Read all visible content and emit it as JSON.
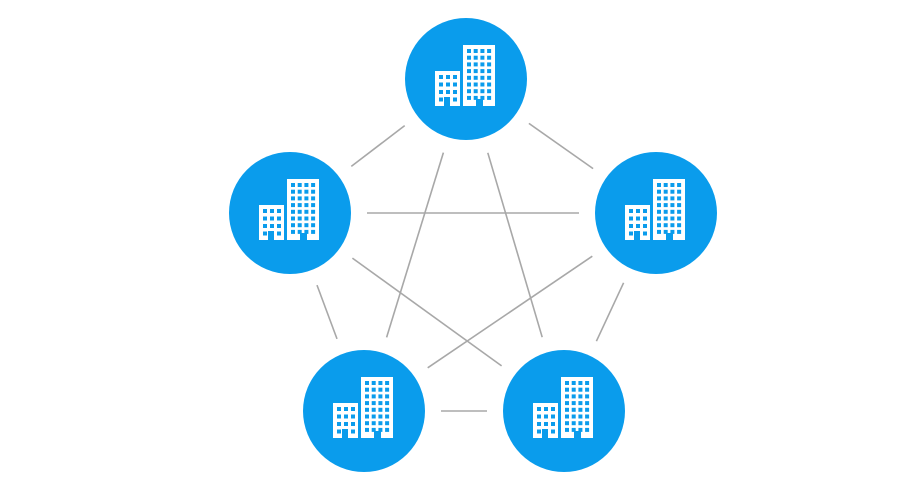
{
  "diagram": {
    "type": "full-mesh-network",
    "accent_color": "#0a9cec",
    "icon_color": "#ffffff",
    "connector_color": "#a8a8a8",
    "nodes": [
      {
        "id": "top",
        "icon": "office-buildings-icon"
      },
      {
        "id": "left",
        "icon": "office-buildings-icon"
      },
      {
        "id": "right",
        "icon": "office-buildings-icon"
      },
      {
        "id": "bottom-left",
        "icon": "office-buildings-icon"
      },
      {
        "id": "bottom-right",
        "icon": "office-buildings-icon"
      }
    ],
    "connections": [
      [
        "top",
        "left"
      ],
      [
        "top",
        "right"
      ],
      [
        "top",
        "bottom-left"
      ],
      [
        "top",
        "bottom-right"
      ],
      [
        "left",
        "right"
      ],
      [
        "left",
        "bottom-left"
      ],
      [
        "left",
        "bottom-right"
      ],
      [
        "right",
        "bottom-left"
      ],
      [
        "right",
        "bottom-right"
      ],
      [
        "bottom-left",
        "bottom-right"
      ]
    ]
  }
}
